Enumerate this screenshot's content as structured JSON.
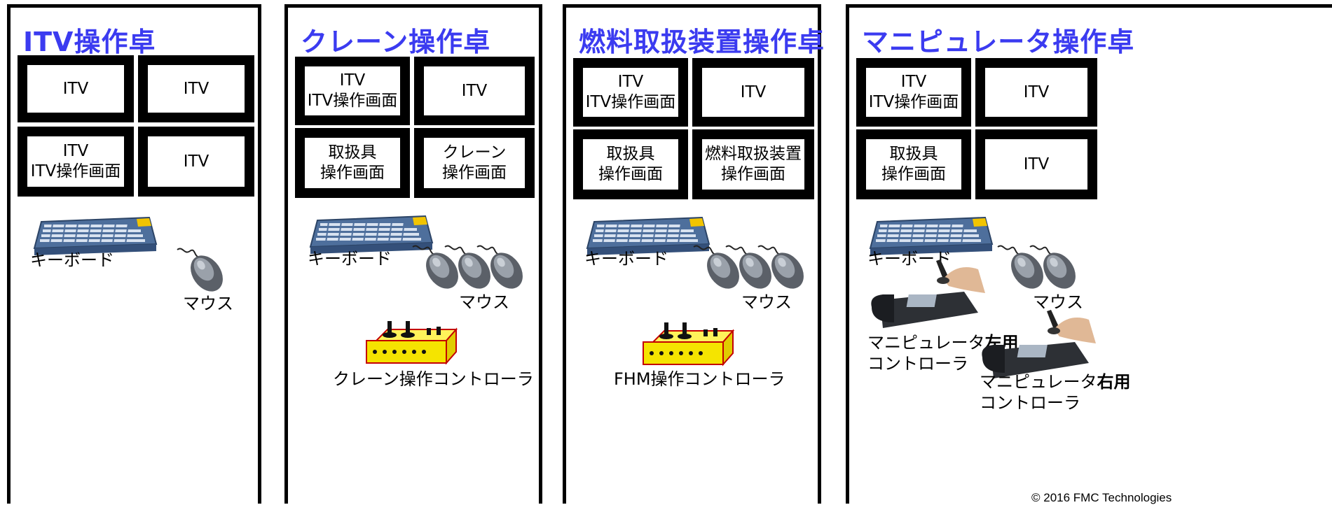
{
  "panels": [
    {
      "title": "ITV操作卓",
      "screens": [
        "ITV",
        "ITV",
        "ITV\nITV操作画面",
        "ITV"
      ],
      "keyboard_label": "キーボード",
      "mouse_label": "マウス"
    },
    {
      "title": "クレーン操作卓",
      "screens": [
        "ITV\nITV操作画面",
        "ITV",
        "取扱具\n操作画面",
        "クレーン\n操作画面"
      ],
      "keyboard_label": "キーボード",
      "mouse_label": "マウス",
      "controller_label": "クレーン操作コントローラ"
    },
    {
      "title": "燃料取扱装置操作卓",
      "screens": [
        "ITV\nITV操作画面",
        "ITV",
        "取扱具\n操作画面",
        "燃料取扱装置\n操作画面"
      ],
      "keyboard_label": "キーボード",
      "mouse_label": "マウス",
      "controller_label": "FHM操作コントローラ"
    },
    {
      "title": "マニピュレータ操作卓",
      "screens": [
        "ITV\nITV操作画面",
        "ITV",
        "取扱具\n操作画面",
        "ITV"
      ],
      "keyboard_label": "キーボード",
      "mouse_label": "マウス",
      "left_controller": {
        "line1_prefix": "マニピュレータ",
        "line1_bold": "左用",
        "line2": "コントローラ"
      },
      "right_controller": {
        "line1_prefix": "マニピュレータ",
        "line1_bold": "右用",
        "line2": "コントローラ"
      }
    }
  ],
  "copyright": "© 2016 FMC Technologies",
  "colors": {
    "title": "#3b3bf0",
    "keyboard": "#5a7aa8",
    "keyboard_accent": "#f2c400",
    "controller": "#f5e400",
    "controller_edge": "#d40000"
  }
}
